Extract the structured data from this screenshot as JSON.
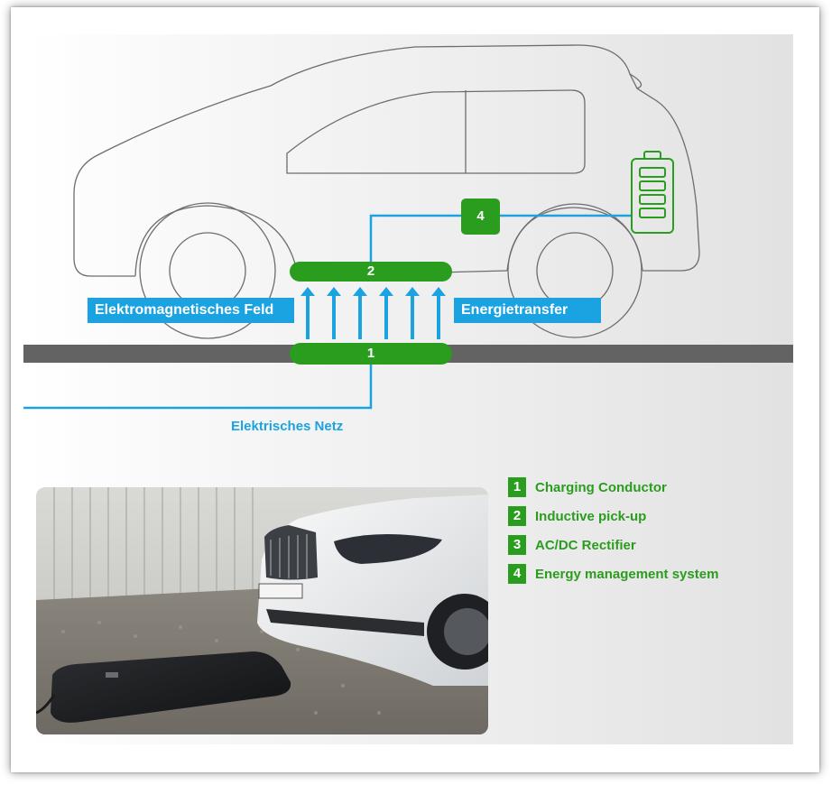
{
  "labels": {
    "field": "Elektromagnetisches Feld",
    "transfer": "Energietransfer",
    "grid": "Elektrisches Netz"
  },
  "markers": {
    "ground_pad": "1",
    "pickup": "2",
    "management": "4"
  },
  "legend": [
    {
      "num": "1",
      "text": "Charging Conductor"
    },
    {
      "num": "2",
      "text": "Inductive pick-up"
    },
    {
      "num": "3",
      "text": "AC/DC Rectifier"
    },
    {
      "num": "4",
      "text": "Energy management system"
    }
  ],
  "colors": {
    "green": "#2a9d1e",
    "blue": "#1aa3e0",
    "road": "#636363",
    "panel": "#e6e6e6"
  },
  "icons": {
    "battery": "battery-icon",
    "arrows": "arrow-up-icon"
  }
}
